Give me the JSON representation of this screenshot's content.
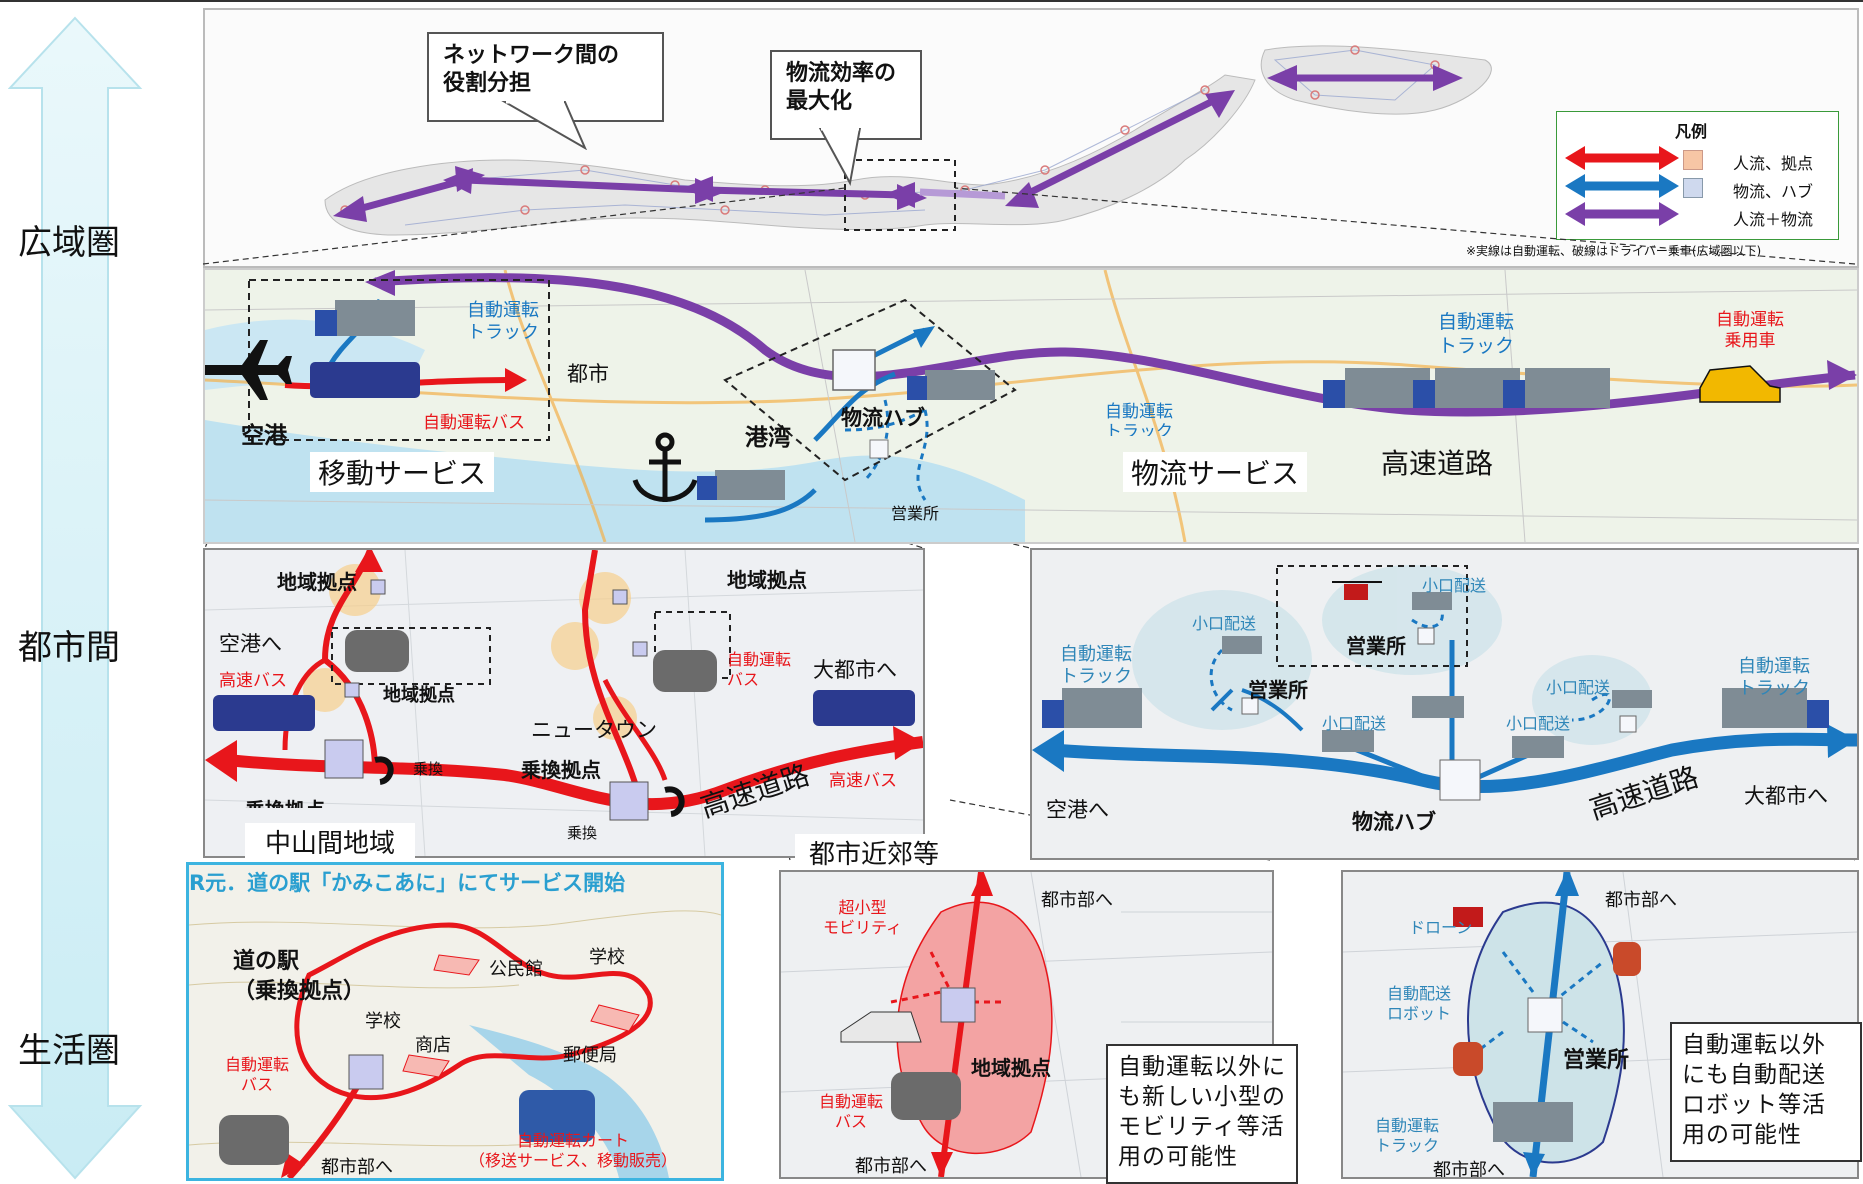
{
  "levels": {
    "wide": "広域圏",
    "inter_city": "都市間",
    "living": "生活圏"
  },
  "top": {
    "callout1": "ネットワーク間の\n役割分担",
    "callout2": "物流効率の\n最大化",
    "legend": {
      "title": "凡例",
      "items": [
        {
          "label": "人流、拠点",
          "color": "#e8161b"
        },
        {
          "label": "物流、ハブ",
          "color": "#1a78c2"
        },
        {
          "label": "人流＋物流",
          "color": "#7a3fa8"
        }
      ],
      "note": "※実線は自動運転、破線はドライバー乗車(広域圏以下)"
    }
  },
  "mid": {
    "auto_truck_1": "自動運転\nトラック",
    "toshi": "都市",
    "airport": "空港",
    "auto_bus": "自動運転バス",
    "mobility_service": "移動サービス",
    "port": "港湾",
    "logistics_hub": "物流ハブ",
    "auto_truck_2": "自動運転\nトラック",
    "logistics_service": "物流サービス",
    "sales_office": "営業所",
    "highway": "高速道路",
    "auto_truck_3": "自動運転\nトラック",
    "auto_car": "自動運転\n乗用車"
  },
  "left_city": {
    "hub_a": "地域拠点",
    "hub_b": "地域拠点",
    "hub_c": "地域拠点",
    "to_airport": "空港へ",
    "highway_bus_1": "高速バス",
    "auto_bus": "自動運転\nバス",
    "to_big_city": "大都市へ",
    "newtown": "ニュータウン",
    "transfer": "乗換",
    "transfer_hub": "乗換拠点",
    "transfer_hub_2": "乗換拠点",
    "highway_bus_2": "高速バス",
    "highway": "高速道路",
    "transfer_2": "乗換",
    "mountain_area": "中山間地域"
  },
  "right_city": {
    "small_delivery_1": "小口配送",
    "small_delivery_2": "小口配送",
    "sales_office_a": "営業所",
    "sales_office_b": "営業所",
    "auto_truck_l": "自動運転\nトラック",
    "small_delivery_3": "小口配送",
    "small_delivery_4": "小口配送",
    "small_delivery_5": "小口配送",
    "auto_truck_r": "自動運転\nトラック",
    "to_airport": "空港へ",
    "hub": "物流ハブ",
    "highway": "高速道路",
    "to_big_city": "大都市へ"
  },
  "bottom_left": {
    "title": "R元．道の駅「かみこあに」にてサービス開始",
    "station": "道の駅\n（乗換拠点）",
    "community_hall": "公民館",
    "school_1": "学校",
    "school_2": "学校",
    "shop": "商店",
    "post_office": "郵便局",
    "auto_bus": "自動運転\nバス",
    "auto_cart": "自動運転カート\n（移送サービス、移動販売）",
    "to_city": "都市部へ"
  },
  "bottom_mid": {
    "title": "都市近郊等",
    "to_city_top": "都市部へ",
    "micro_mobility": "超小型\nモビリティ",
    "hub": "地域拠点",
    "auto_bus": "自動運転\nバス",
    "to_city_bottom": "都市部へ",
    "note": "自動運転以外に\nも新しい小型の\nモビリティ等活\n用の可能性"
  },
  "bottom_right": {
    "to_city_top": "都市部へ",
    "drone": "ドローン",
    "robot": "自動配送\nロボット",
    "office": "営業所",
    "auto_truck": "自動運転\nトラック",
    "to_city_bottom": "都市部へ",
    "note": "自動運転以外\nにも自動配送\nロボット等活\n用の可能性"
  }
}
